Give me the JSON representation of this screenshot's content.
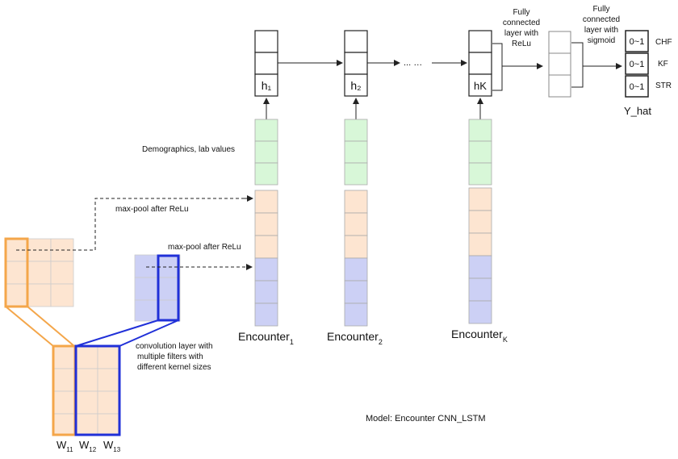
{
  "lstm": {
    "h1": "h₁",
    "h2": "h₂",
    "hk": "hK",
    "dots": "... …"
  },
  "fc_relu": {
    "line1": "Fully",
    "line2": "connected",
    "line3": "layer with",
    "line4": "ReLu"
  },
  "fc_sigmoid": {
    "line1": "Fully",
    "line2": "connected",
    "line3": "layer with",
    "line4": "sigmoid"
  },
  "outputs": [
    {
      "value": "0~1",
      "label": "CHF"
    },
    {
      "value": "0~1",
      "label": "KF"
    },
    {
      "value": "0~1",
      "label": "STR"
    }
  ],
  "y_hat": "Y_hat",
  "labels": {
    "demographics": "Demographics, lab values",
    "maxpool_top": "max-pool after ReLu",
    "maxpool_bottom": "max-pool after ReLu",
    "conv_line1": "convolution layer with",
    "conv_line2": "multiple filters with",
    "conv_line3": "different kernel sizes",
    "model": "Model: Encounter CNN_LSTM"
  },
  "encounters": [
    {
      "base": "Encounter",
      "sub": "1"
    },
    {
      "base": "Encounter",
      "sub": "2"
    },
    {
      "base": "Encounter",
      "sub": "K"
    }
  ],
  "weights": [
    {
      "base": "W",
      "sub": "11"
    },
    {
      "base": "W",
      "sub": "12"
    },
    {
      "base": "W",
      "sub": "13"
    }
  ],
  "colors": {
    "peach": "#fde5d1",
    "green": "#d8f7d8",
    "lavender": "#ccd0f5",
    "orange": "#f4a64a",
    "blue": "#2030d8"
  }
}
